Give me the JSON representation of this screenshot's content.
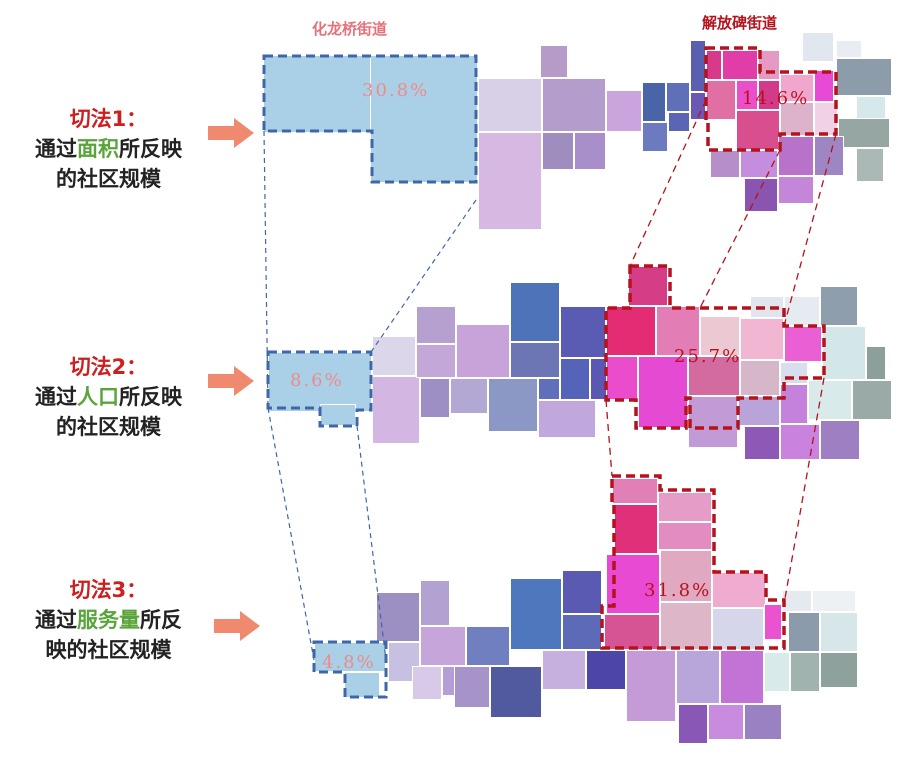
{
  "streets": {
    "hualongqiao": "化龙桥街道",
    "jiefangbei": "解放碑街道"
  },
  "methods": [
    {
      "title": "切法1：",
      "line2_pre": "通过",
      "highlight": "面积",
      "line2_post": "所反映",
      "line3": "的社区规模"
    },
    {
      "title": "切法2：",
      "line2_pre": "通过",
      "highlight": "人口",
      "line2_post": "所反映",
      "line3": "的社区规模"
    },
    {
      "title": "切法3：",
      "line2_pre": "通过",
      "highlight": "服务量",
      "line2_post": "所反",
      "line3": "映的社区规模"
    }
  ],
  "percentages": {
    "m1_left": "30.8%",
    "m1_right": "14.6%",
    "m2_left": "8.6%",
    "m2_right": "25.7%",
    "m3_left": "4.8%",
    "m3_right": "31.8%"
  },
  "colors": {
    "street_left": "#e8707a",
    "street_right": "#b5121b",
    "title": "#cc1f1f",
    "highlight": "#5aa43c",
    "arrow": "#f08a6e",
    "dash_blue": "#3f67a8",
    "dash_red": "#b5121b",
    "pct_left": "#f08a8a",
    "pct_right": "#b5121b"
  }
}
